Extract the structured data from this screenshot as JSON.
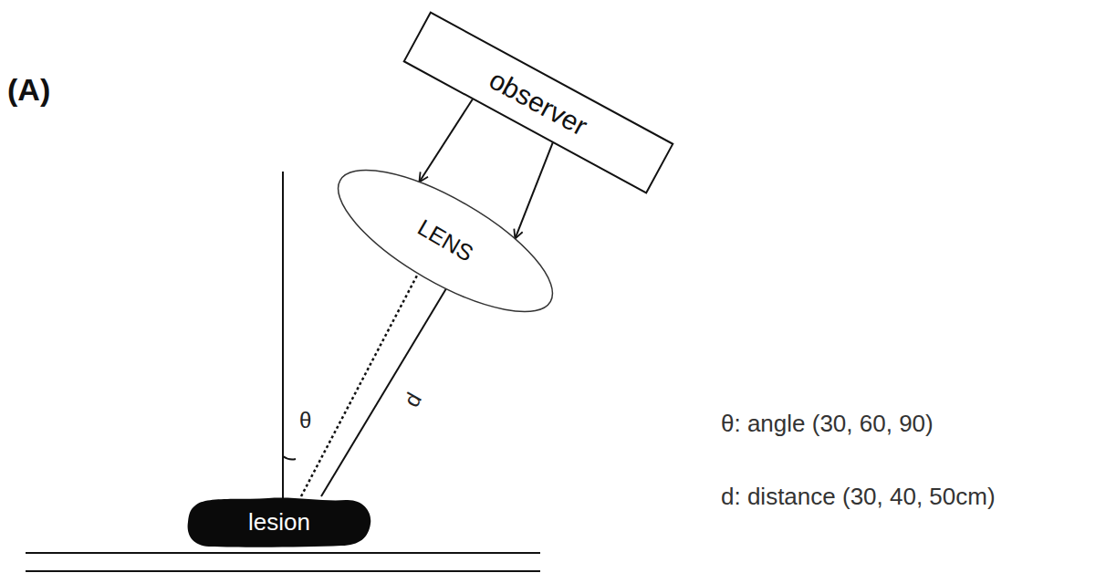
{
  "diagram": {
    "nodes": [
      {
        "text": [
          "observer"
        ]
      },
      {
        "text": [
          "LENS"
        ]
      },
      {
        "text": [
          "lesion"
        ]
      }
    ],
    "edges": [
      {
        "from": 0,
        "to": 1,
        "arrow": "to"
      },
      {
        "from": 0,
        "to": 1,
        "arrow": "to"
      },
      {
        "from": 2,
        "to": 1,
        "arrow": "none"
      },
      {
        "from": 2,
        "to": 1,
        "label": "d",
        "arrow": "none"
      }
    ],
    "labels": [
      "(A)",
      "θ",
      "θ: angle (30, 60, 90)",
      "d: distance (30, 40, 50cm)"
    ]
  }
}
